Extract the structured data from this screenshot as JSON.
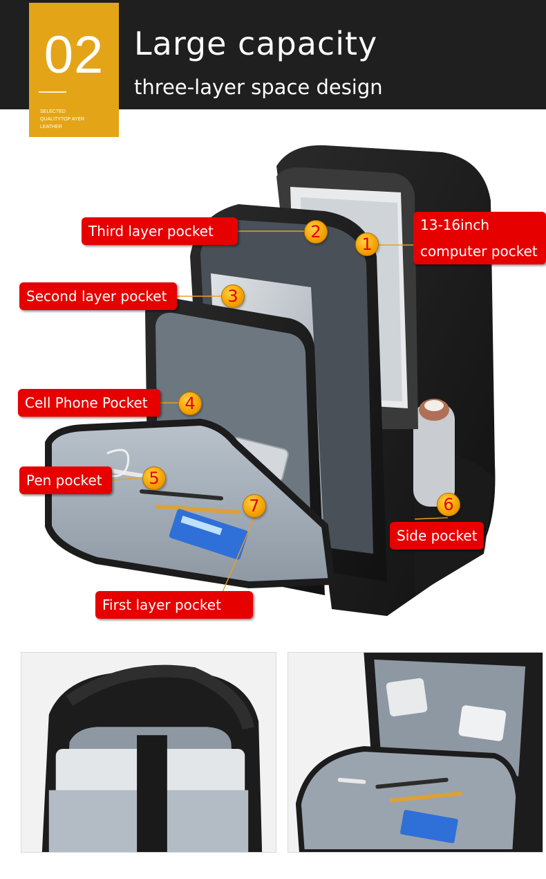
{
  "header": {
    "badge_number": "02",
    "badge_subtext": [
      "SELECTED",
      "QUALITYTOP AYER",
      "LEATHER"
    ],
    "title": "Large capacity",
    "subtitle": "three-layer space design"
  },
  "callouts": [
    {
      "number": "1",
      "label_lines": [
        "13-16inch",
        "computer pocket"
      ]
    },
    {
      "number": "2",
      "label": "Third layer pocket"
    },
    {
      "number": "3",
      "label": "Second layer pocket"
    },
    {
      "number": "4",
      "label": "Cell Phone Pocket"
    },
    {
      "number": "5",
      "label": "Pen pocket"
    },
    {
      "number": "6",
      "label": "Side pocket"
    },
    {
      "number": "7",
      "label": "First layer pocket"
    }
  ],
  "colors": {
    "header_bg": "#1f1f1f",
    "badge": "#e4a418",
    "callout_red": "#e60000",
    "marker_gold": "#f5a400"
  }
}
